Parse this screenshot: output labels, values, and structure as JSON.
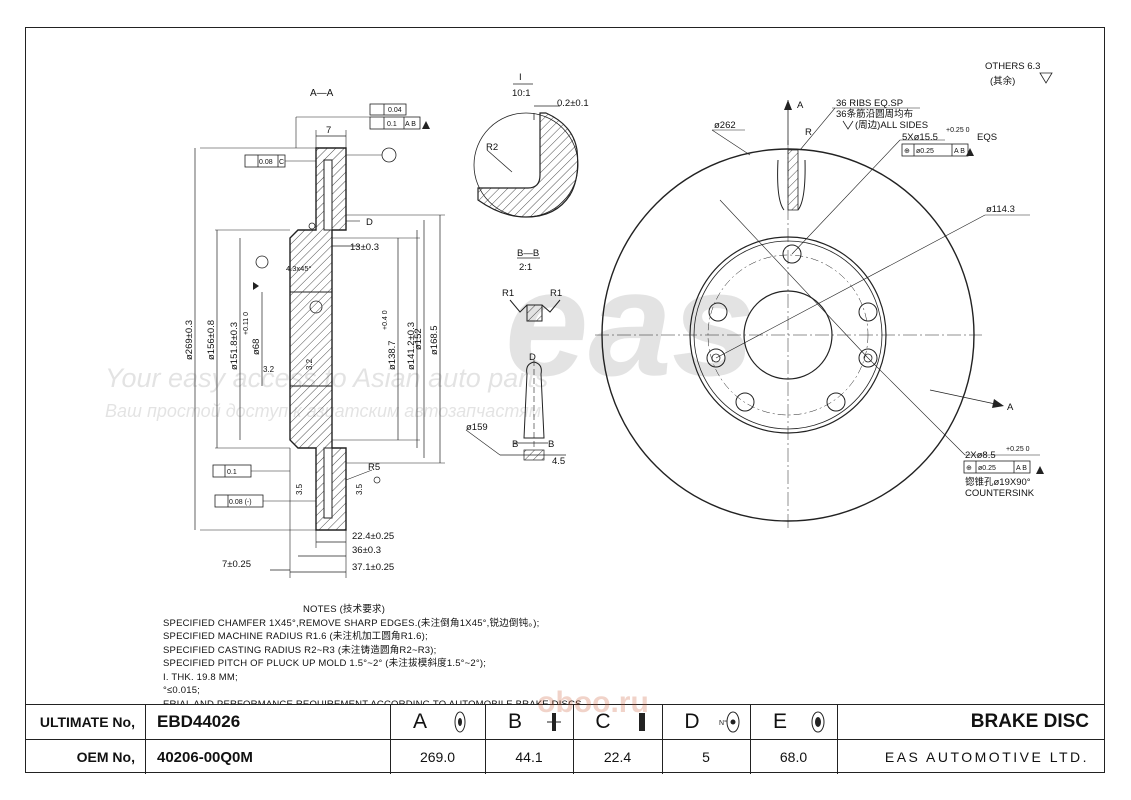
{
  "drawing": {
    "section_aa": "A—A",
    "view_i_label": "I",
    "view_i_scale": "10:1",
    "view_bb_label": "B—B",
    "view_bb_scale": "2:1",
    "others_roughness": "OTHERS 6.3",
    "others_cn": "(其余)",
    "dims": {
      "d269": "ø269±0.3",
      "d156": "ø156±0.8",
      "d151": "ø151.8±0.3",
      "d68": "ø68",
      "d68_tol": "+0.11 0",
      "d138": "ø138.7",
      "d138_tol": "+0.4 0",
      "d141": "ø141.2±0.3",
      "d152": "ø152",
      "d168": "ø168.5",
      "w7": "7",
      "h13": "13±0.3",
      "chamfer": "4.3x45°",
      "r3_2a": "3.2",
      "r3_2b": "3.2",
      "r5": "R5",
      "d22_4": "22.4±0.25",
      "d36": "36±0.3",
      "d37_1": "37.1±0.25",
      "d7_25": "7±0.25",
      "d3_5a": "3.5",
      "d3_5b": "3.5",
      "g_flat": "0.04",
      "g_runout_top": "0.1",
      "g_ab": "A B",
      "g_par": "0.08",
      "g_c": "C",
      "g_d": "D",
      "g_runout_bot": "0.1",
      "g_flat_bot": "0.08 (-)",
      "gap": "0.2±0.1",
      "r2": "R2",
      "r1a": "R1",
      "r1b": "R1",
      "d_label": "D",
      "d159": "ø159",
      "b_left": "B",
      "b_right": "B",
      "d4_5": "4.5",
      "d262": "ø262",
      "ribs1": "36 RIBS EQ.SP",
      "ribs2": "36条筋沿圆周均布",
      "ribs3": "(周边)ALL SIDES",
      "bolt": "5Xø15.5",
      "bolt_tol": "+0.25 0",
      "bolt_eqs": "EQS",
      "pos_tol": "ø0.25",
      "d114": "ø114.3",
      "holes": "2Xø8.5",
      "holes_tol": "+0.25 0",
      "holes_cn": "锪锥孔ø19X90°",
      "countersink": "COUNTERSINK",
      "a_label": "A",
      "r_label": "R"
    }
  },
  "watermark": {
    "logo": "eas",
    "line1": "Your easy access to Asian auto parts",
    "line2": "Ваш простой доступ к азиатским автозапчастям"
  },
  "notes": {
    "title": "NOTES (技术要求)",
    "lines": [
      "SPECIFIED CHAMFER 1X45°,REMOVE SHARP EDGES.(未注倒角1X45°,锐边倒钝。);",
      "SPECIFIED MACHINE RADIUS R1.6 (未注机加工圆角R1.6);",
      "SPECIFIED CASTING RADIUS R2~R3 (未注铸造圆角R2~R3);",
      "SPECIFIED PITCH OF PLUCK UP MOLD 1.5°~2° (未注拔模斜度1.5°~2°);",
      "I. THK. 19.8 MM;",
      "°≤0.015;",
      "ERIAL AND PERFORMANCE REQUIREMENT ACCORDING TO AUTOMOBILE BRAKE DISCS"
    ]
  },
  "title_block": {
    "ultimate_label": "ULTIMATE No,",
    "ultimate_value": "EBD44026",
    "oem_label": "OEM No,",
    "oem_value": "40206-00Q0M",
    "columns": [
      {
        "letter": "A",
        "value": "269.0"
      },
      {
        "letter": "B",
        "value": "44.1"
      },
      {
        "letter": "C",
        "value": "22.4"
      },
      {
        "letter": "D",
        "value": "5"
      },
      {
        "letter": "E",
        "value": "68.0"
      }
    ],
    "title": "BRAKE DISC",
    "company": "EAS AUTOMOTIVE LTD.",
    "stamp": "oboo.ru"
  }
}
